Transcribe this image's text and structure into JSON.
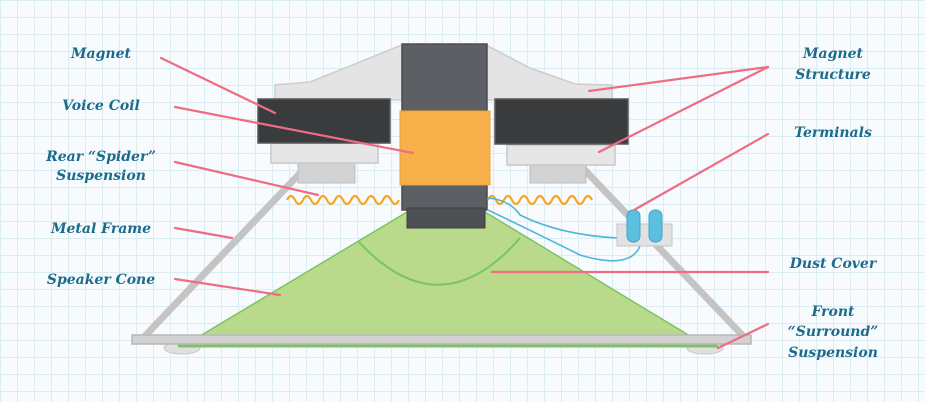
{
  "title": "Speaker cross-section diagram",
  "labels": {
    "magnet": "Magnet",
    "voice_coil": "Voice Coil",
    "rear_spider_line1": "Rear “Spider”",
    "rear_spider_line2": "Suspension",
    "metal_frame": "Metal Frame",
    "speaker_cone": "Speaker Cone",
    "magnet_structure_line1": "Magnet",
    "magnet_structure_line2": "Structure",
    "terminals": "Terminals",
    "dust_cover": "Dust Cover",
    "front_surround_line1": "Front",
    "front_surround_line2": "“Surround”",
    "front_surround_line3": "Suspension"
  },
  "colors": {
    "label": "#1a6b8c",
    "leader": "#ee6c84",
    "magnet": "#3a3b3d",
    "pole": "#5c5f63",
    "coil": "#f7b04a",
    "cone": "#b9d98b",
    "cone_edge": "#7cc463",
    "frame": "#cfcfcf",
    "wire": "#4fb6d9"
  }
}
